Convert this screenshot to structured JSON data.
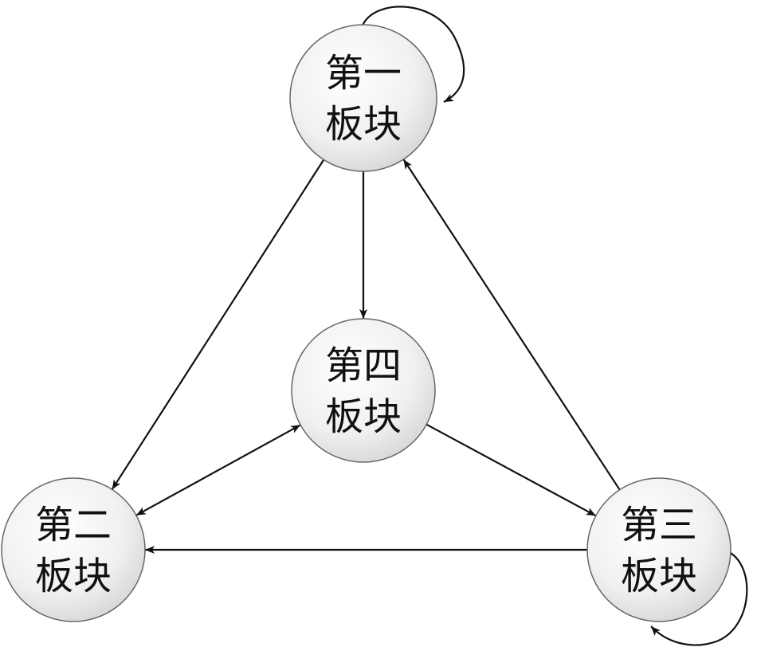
{
  "nodes": [
    {
      "id": "n1",
      "line1": "第一",
      "line2": "板块"
    },
    {
      "id": "n2",
      "line1": "第二",
      "line2": "板块"
    },
    {
      "id": "n3",
      "line1": "第三",
      "line2": "板块"
    },
    {
      "id": "n4",
      "line1": "第四",
      "line2": "板块"
    }
  ],
  "edges": [
    {
      "from": "n1",
      "to": "n1",
      "kind": "self-loop"
    },
    {
      "from": "n1",
      "to": "n2",
      "kind": "directed"
    },
    {
      "from": "n1",
      "to": "n4",
      "kind": "directed"
    },
    {
      "from": "n3",
      "to": "n1",
      "kind": "directed"
    },
    {
      "from": "n4",
      "to": "n2",
      "kind": "bidirectional"
    },
    {
      "from": "n4",
      "to": "n3",
      "kind": "directed"
    },
    {
      "from": "n3",
      "to": "n2",
      "kind": "directed"
    },
    {
      "from": "n3",
      "to": "n3",
      "kind": "self-loop"
    }
  ],
  "colors": {
    "edge": "#111111",
    "node_fill_light": "#ffffff",
    "node_fill_dark": "#d6d6d6",
    "node_stroke": "#666666",
    "text": "#111111"
  }
}
